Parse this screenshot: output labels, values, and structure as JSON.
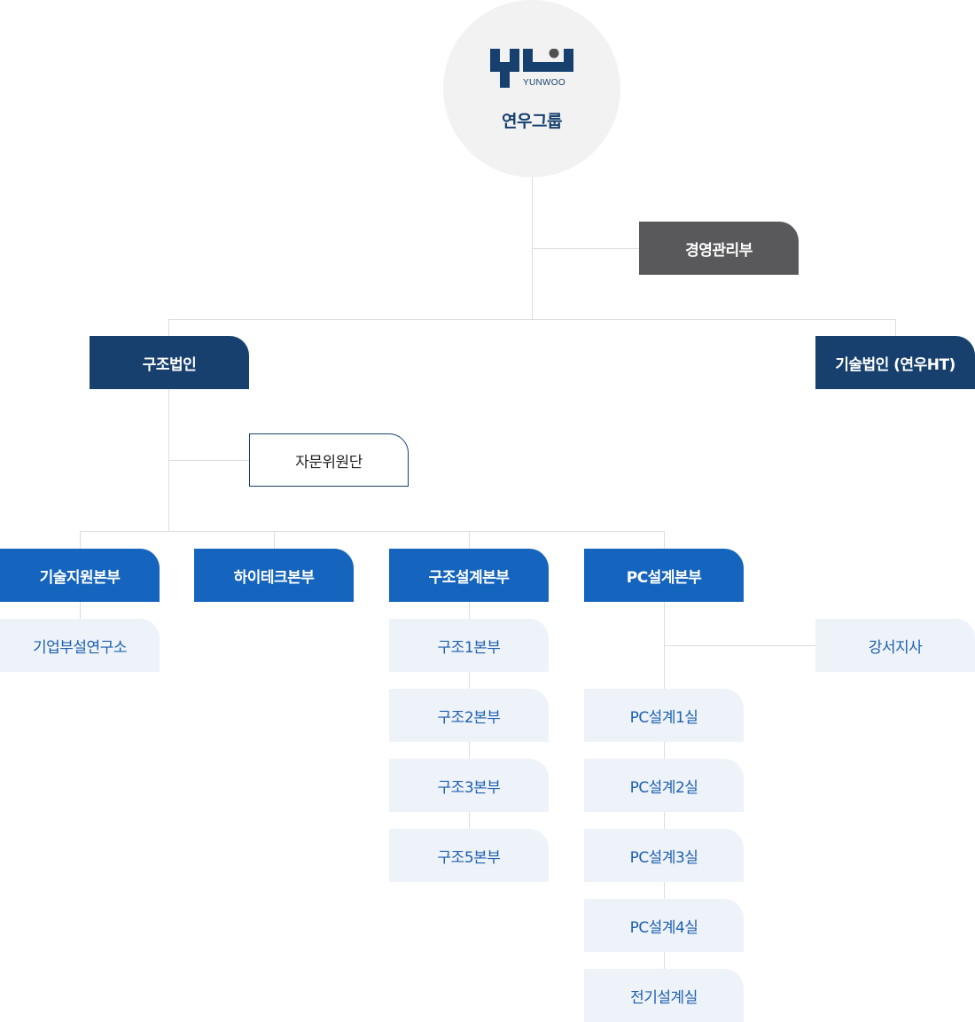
{
  "root": {
    "logo_text": "YUNWOO",
    "name": "연우그룹"
  },
  "management": "경영관리부",
  "structure_corp": {
    "label": "구조법인",
    "advisory": "자문위원단",
    "divisions": {
      "tech_support": {
        "label": "기술지원본부",
        "children": [
          "기업부설연구소"
        ]
      },
      "hitech": {
        "label": "하이테크본부"
      },
      "structural_design": {
        "label": "구조설계본부",
        "children": [
          "구조1본부",
          "구조2본부",
          "구조3본부",
          "구조5본부"
        ]
      },
      "pc_design": {
        "label": "PC설계본부",
        "branch": "강서지사",
        "children": [
          "PC설계1실",
          "PC설계2실",
          "PC설계3실",
          "PC설계4실",
          "전기설계실"
        ]
      }
    }
  },
  "tech_corp": {
    "label": "기술법인 (연우HT)"
  },
  "colors": {
    "navy": "#17406e",
    "blue": "#1564be",
    "gray": "#59595b",
    "light": "#eef3fa",
    "line": "#dcdcdc"
  }
}
